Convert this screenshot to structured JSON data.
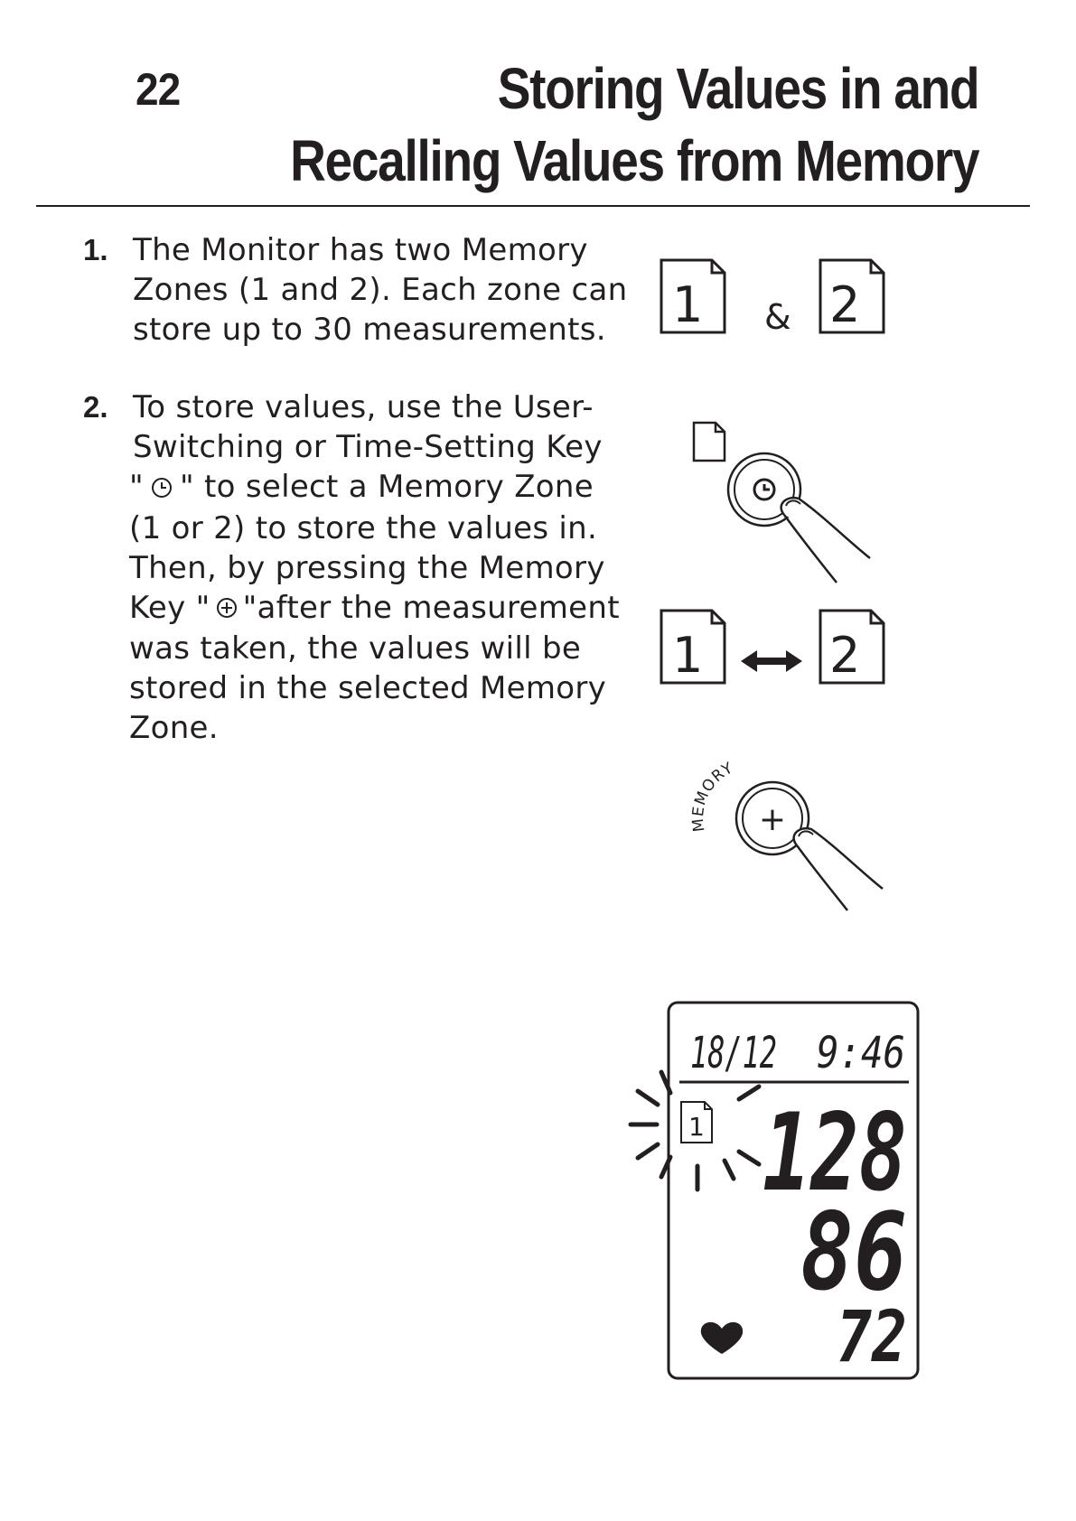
{
  "page": {
    "number": "22",
    "title_lines": [
      "Storing Values in and",
      "Recalling Values from Memory"
    ]
  },
  "steps": [
    {
      "number": "1.",
      "lines": [
        "The Monitor has two Memory",
        "Zones (1 and 2). Each zone can",
        "store up to 30 measurements."
      ]
    },
    {
      "number": "2.",
      "lines": [
        "To store values, use the User-",
        "Switching or Time-Setting Key"
      ],
      "line3": {
        "pre": "\"",
        "post": "\" to select a Memory Zone"
      },
      "lines_mid": [
        "(1 or 2) to store the values in.",
        "Then, by pressing the Memory"
      ],
      "line_key": {
        "pre": "Key \"",
        "post": "\"after the measurement"
      },
      "lines_end": [
        "was taken, the values will be",
        "stored in the selected Memory",
        "Zone."
      ],
      "icons": {
        "time_key": "clock-icon",
        "memory_key": "circled-plus-icon"
      }
    }
  ],
  "figures": {
    "zones": {
      "zone1": "1",
      "zone2": "2",
      "ampersand": "&"
    },
    "time_key": {
      "icon": "clock-icon"
    },
    "zone_switch": {
      "zone1": "1",
      "zone2": "2",
      "arrow": "double-arrow-icon"
    },
    "memory_key": {
      "label": "MEMORY",
      "symbol": "+"
    },
    "lcd": {
      "date": "18/12",
      "time": "9:46",
      "zone": "1",
      "systolic": "128",
      "diastolic": "86",
      "pulse": "72",
      "pulse_icon": "heart-icon"
    }
  }
}
